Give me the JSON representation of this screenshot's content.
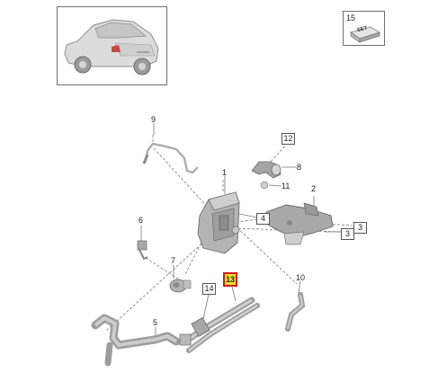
{
  "diagram": {
    "set_badge": {
      "number": "15",
      "label": "SET"
    },
    "parts": [
      {
        "id": "p1",
        "number": "1"
      },
      {
        "id": "p2",
        "number": "2"
      },
      {
        "id": "p3",
        "number": "3"
      },
      {
        "id": "p4",
        "number": "4"
      },
      {
        "id": "p5",
        "number": "5"
      },
      {
        "id": "p6",
        "number": "6"
      },
      {
        "id": "p7",
        "number": "7"
      },
      {
        "id": "p8",
        "number": "8"
      },
      {
        "id": "p9",
        "number": "9"
      },
      {
        "id": "p10",
        "number": "10"
      },
      {
        "id": "p11",
        "number": "11"
      },
      {
        "id": "p12",
        "number": "12"
      },
      {
        "id": "p13",
        "number": "13"
      },
      {
        "id": "p14",
        "number": "14"
      }
    ],
    "highlighted_part": "13",
    "colors": {
      "highlight_fill": "#f3df1c",
      "highlight_border": "#d11818",
      "part_gray": "#b8b8b8"
    }
  }
}
